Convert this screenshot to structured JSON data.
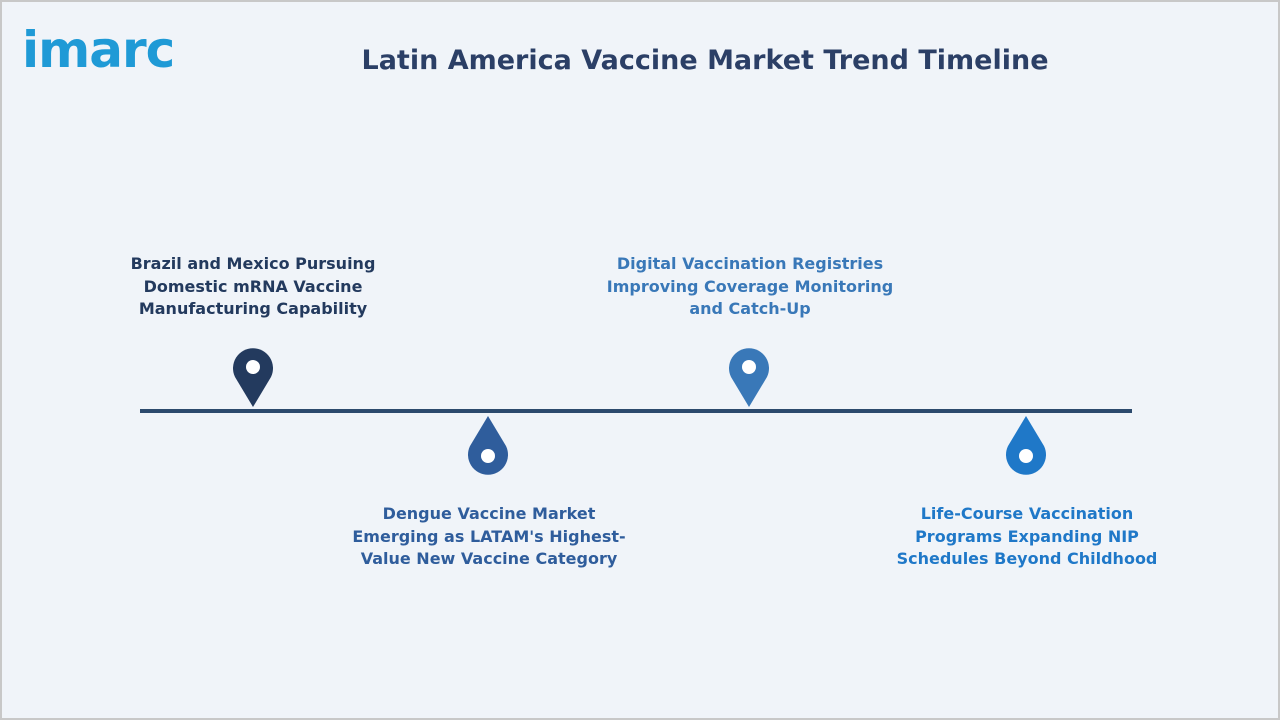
{
  "title": "Latin America Vaccine Market Trend Timeline",
  "logo": {
    "text": "imarc"
  },
  "colors": {
    "brand": "#1f9ad6",
    "title": "#2b3f66",
    "timeline": "#2c4a6d",
    "pin_1": "#233a5e",
    "pin_2": "#2f5d9c",
    "pin_3": "#3978b8",
    "pin_4": "#1f78c8"
  },
  "milestones": [
    {
      "label": "Brazil and Mexico Pursuing Domestic mRNA Vaccine Manufacturing Capability",
      "color": "#233a5e",
      "icon": "map-pin-icon"
    },
    {
      "label": "Dengue Vaccine Market Emerging as LATAM's Highest-Value New Vaccine Category",
      "color": "#2f5d9c",
      "icon": "drop-pin-icon"
    },
    {
      "label": "Digital Vaccination Registries Improving Coverage Monitoring and Catch-Up",
      "color": "#3978b8",
      "icon": "map-pin-icon"
    },
    {
      "label": "Life-Course Vaccination Programs Expanding NIP Schedules Beyond Childhood",
      "color": "#1f78c8",
      "icon": "drop-pin-icon"
    }
  ]
}
